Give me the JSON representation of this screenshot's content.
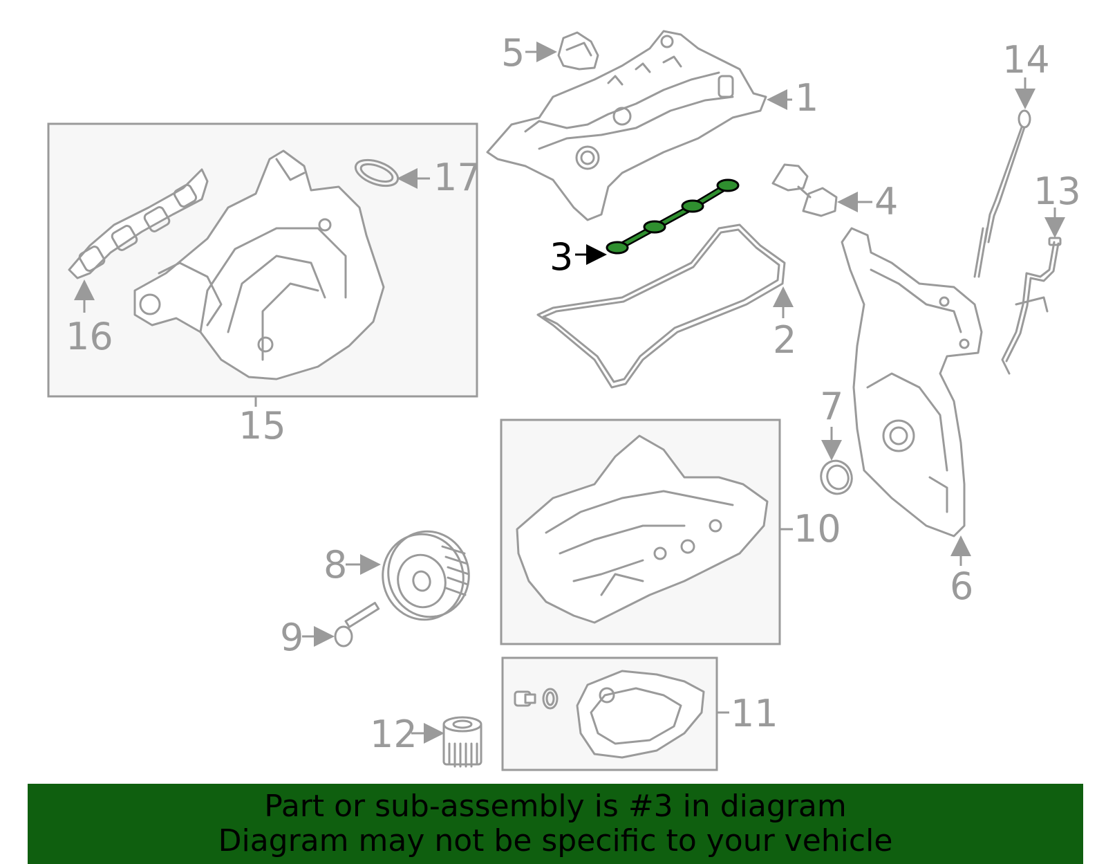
{
  "callouts": {
    "c1": "1",
    "c2": "2",
    "c3": "3",
    "c4": "4",
    "c5": "5",
    "c6": "6",
    "c7": "7",
    "c8": "8",
    "c9": "9",
    "c10": "10",
    "c11": "11",
    "c12": "12",
    "c13": "13",
    "c14": "14",
    "c15": "15",
    "c16": "16",
    "c17": "17"
  },
  "highlighted_part": "3",
  "colors": {
    "highlight": "#2f8f2f",
    "banner": "#0f5f0f",
    "line": "#9a9a9a"
  },
  "banner": {
    "line1": "Part or sub-assembly is #3 in diagram",
    "line2": "Diagram may not be specific to your vehicle"
  }
}
